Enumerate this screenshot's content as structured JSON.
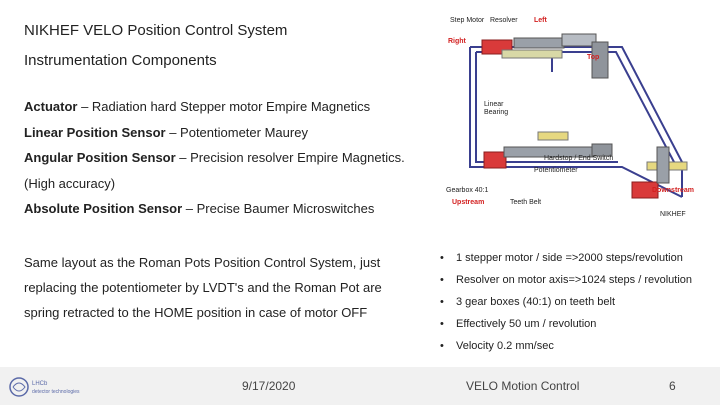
{
  "slide": {
    "title": "NIKHEF VELO Position Control System",
    "subtitle": "Instrumentation Components"
  },
  "specs": [
    {
      "term": "Actuator",
      "desc": " – Radiation hard Stepper motor Empire Magnetics"
    },
    {
      "term": "Linear Position Sensor",
      "desc": " – Potentiometer Maurey"
    },
    {
      "term": "Angular Position Sensor",
      "desc": " – Precision resolver Empire Magnetics."
    },
    {
      "term": "",
      "desc": "(High accuracy)"
    },
    {
      "term": "Absolute Position Sensor",
      "desc": " – Precise Baumer Microswitches"
    }
  ],
  "paragraph": [
    "Same layout as the Roman Pots Position Control System, just",
    "replacing the potentiometer by LVDT's and the Roman Pot are",
    "spring retracted to the HOME position in case of motor OFF"
  ],
  "bullets": [
    "1 stepper motor / side =>2000 steps/revolution",
    "Resolver on motor axis=>1024 steps / revolution",
    "3 gear boxes (40:1) on teeth belt",
    "Effectively 50 um / revolution",
    "Velocity 0.2 mm/sec"
  ],
  "diagram": {
    "labels": {
      "step_motor": "Step Motor",
      "resolver": "Resolver",
      "left": "Left",
      "right": "Right",
      "top": "Top",
      "linear_bearing": "Linear\nBearing",
      "hardstop": "Hardstop / End Switch",
      "potentiometer": "Potentiometer",
      "gearbox": "Gearbox 40:1",
      "upstream": "Upstream",
      "teeth_belt": "Teeth Belt",
      "downstream": "Downstream",
      "logo_text": "NIKHEF"
    }
  },
  "footer": {
    "logo_text": "LHCb\ndetector technologies",
    "date": "9/17/2020",
    "title": "VELO Motion Control",
    "page": "6"
  },
  "colors": {
    "red_label": "#d21f1f",
    "frame_blue": "#3a3f8f",
    "footer_bg": "#f1f1f1"
  }
}
